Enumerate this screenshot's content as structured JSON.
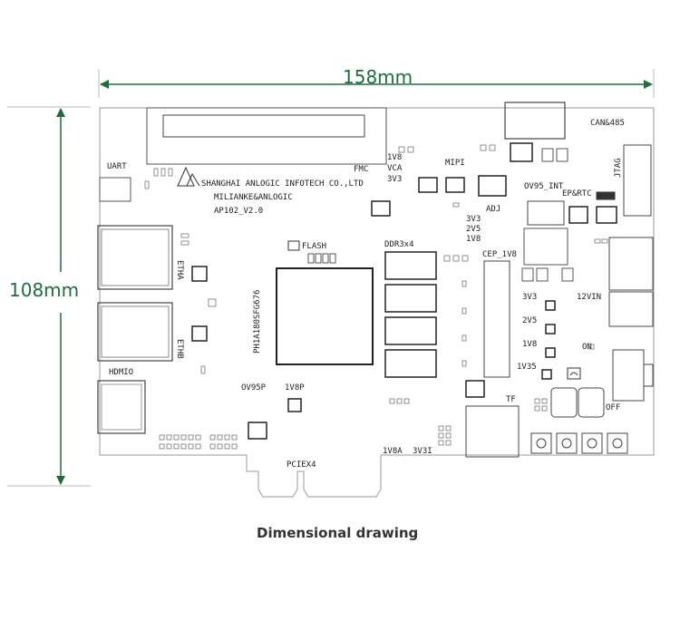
{
  "colors": {
    "dimension": "#1e6e3c",
    "outline": "#9a9a9a",
    "silkscreen": "#222222"
  },
  "dimensions": {
    "width": "158mm",
    "height": "108mm"
  },
  "caption": "Dimensional drawing",
  "board": {
    "company": "SHANGHAI ANLOGIC INFOTECH CO.,LTD",
    "brand": "MILIANKE&ANLOGIC",
    "model": "AP102_V2.0",
    "chip": "PH1A180SFG676"
  },
  "labels": {
    "uart": "UART",
    "eth_a": "ETHA",
    "eth_b": "ETHB",
    "hdmio": "HDMIO",
    "fmc": "FMC",
    "v1v8": "1V8",
    "vca": "VCA",
    "v3v3": "3V3",
    "mipi": "MIPI",
    "ov95_int": "OV95_INT",
    "ep_rtc": "EP&RTC",
    "can485": "CAN&485",
    "jtag": "JTAG",
    "adj": "ADJ",
    "adj_3v3": "3V3",
    "adj_2v5": "2V5",
    "adj_1v8": "1V8",
    "flash": "FLASH",
    "ddr": "DDR3x4",
    "cep_1v8": "CEP_1V8",
    "p3v3": "3V3",
    "p2v5": "2V5",
    "p1v8": "1V8",
    "p1v35": "1V35",
    "v12in": "12VIN",
    "on": "ON",
    "off": "OFF",
    "tf": "TF",
    "ov95p": "OV95P",
    "bot_1v8p": "1V8P",
    "v1v8a": "1V8A",
    "v3v3i": "3V3I",
    "pciex4": "PCIEX4"
  },
  "icons": [
    "dimension-arrow-icon",
    "anlogic-logo-icon",
    "power-switch-icon"
  ]
}
